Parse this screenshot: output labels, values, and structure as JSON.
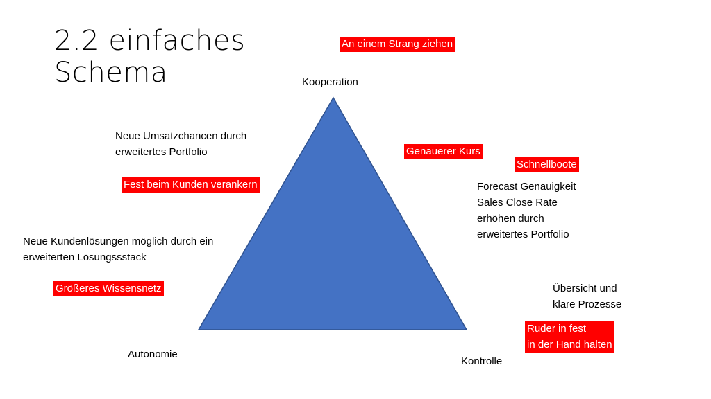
{
  "slide": {
    "title_line1": "2.2 einfaches",
    "title_line2": "Schema"
  },
  "vertices": {
    "top": "Kooperation",
    "left": "Autonomie",
    "right": "Kontrolle"
  },
  "notes": {
    "left_upper": [
      "Neue Umsatzchancen durch",
      "erweitertes Portfolio"
    ],
    "left_lower": [
      "Neue Kundenlösungen möglich durch ein",
      "erweiterten Lösungssstack"
    ],
    "right_upper": [
      "Forecast Genauigkeit",
      "Sales Close Rate",
      "erhöhen durch",
      "erweitertes Portfolio"
    ],
    "right_lower": [
      "Übersicht und",
      "klare Prozesse"
    ]
  },
  "tags": {
    "strang": "An einem Strang ziehen",
    "kunden": "Fest beim Kunden verankern",
    "wissen": "Größeres Wissensnetz",
    "kurs": "Genauerer Kurs",
    "schnell": "Schnellboote",
    "ruder": [
      "Ruder in fest",
      "in der Hand halten"
    ]
  },
  "colors": {
    "triangle_fill": "#4472c4",
    "triangle_stroke": "#2f528f",
    "tag_background": "#ff0000",
    "tag_text": "#ffffff"
  }
}
